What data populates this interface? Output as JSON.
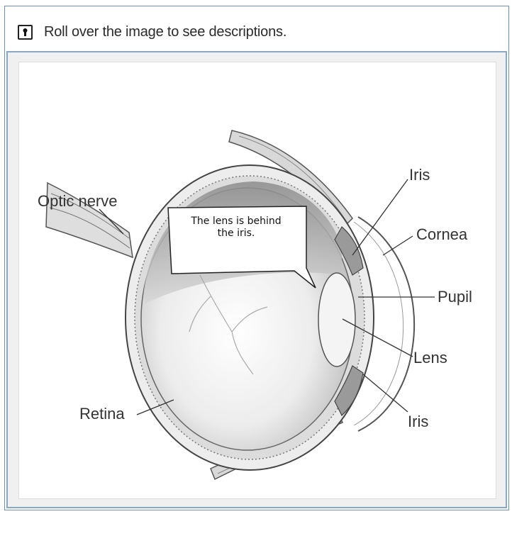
{
  "instruction": {
    "icon": "keyhole-icon",
    "text": "Roll over the image to see descriptions."
  },
  "tooltip": {
    "line1": "The lens is behind",
    "line2": "the iris."
  },
  "labels": {
    "optic_nerve": "Optic nerve",
    "retina": "Retina",
    "iris_top": "Iris",
    "cornea": "Cornea",
    "pupil": "Pupil",
    "lens": "Lens",
    "iris_bottom": "Iris"
  }
}
